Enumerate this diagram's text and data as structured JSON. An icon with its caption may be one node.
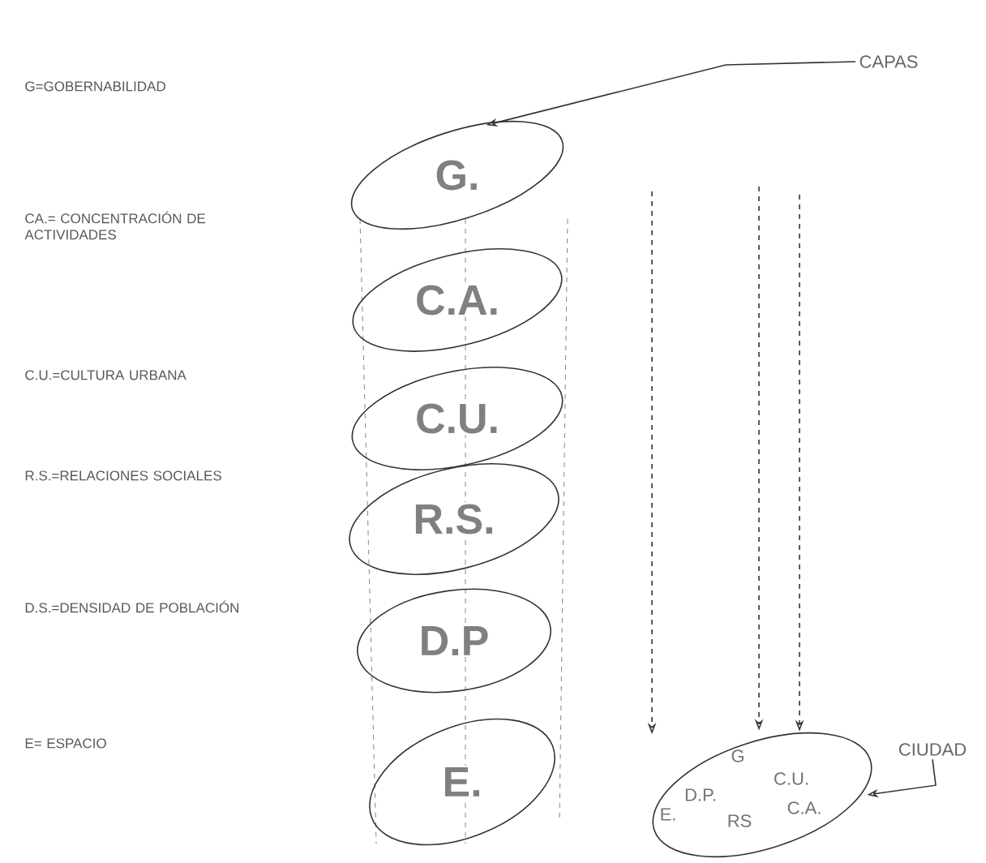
{
  "diagram": {
    "nodes": [
      {
        "text": [
          "G."
        ]
      },
      {
        "text": [
          "C.A."
        ]
      },
      {
        "text": [
          "C.U."
        ]
      },
      {
        "text": [
          "R.S."
        ]
      },
      {
        "text": [
          "D.P"
        ]
      },
      {
        "text": [
          "E."
        ]
      },
      {
        "text": [
          "G",
          "C.U.",
          "D.P.",
          "E.",
          "RS",
          "C.A."
        ]
      },
      {
        "text": [
          "CAPAS"
        ]
      },
      {
        "text": [
          "CIUDAD"
        ]
      }
    ],
    "edges": [
      {
        "from": 7,
        "to": 0,
        "arrow": "to"
      },
      {
        "from": null,
        "to": 6,
        "arrow": "to",
        "style": "dashed"
      },
      {
        "from": null,
        "to": 6,
        "arrow": "to",
        "style": "dashed"
      },
      {
        "from": null,
        "to": 6,
        "arrow": "to",
        "style": "dashed"
      },
      {
        "from": 8,
        "to": 6,
        "arrow": "to"
      }
    ],
    "labels": [
      "G=GOBERNABILIDAD",
      "CA.= CONCENTRACIÓN DE ACTIVIDADES",
      "C.U.=CULTURA URBANA",
      "R.S.=RELACIONES SOCIALES",
      "D.S.=DENSIDAD DE POBLACIÓN",
      "E= ESPACIO"
    ]
  }
}
